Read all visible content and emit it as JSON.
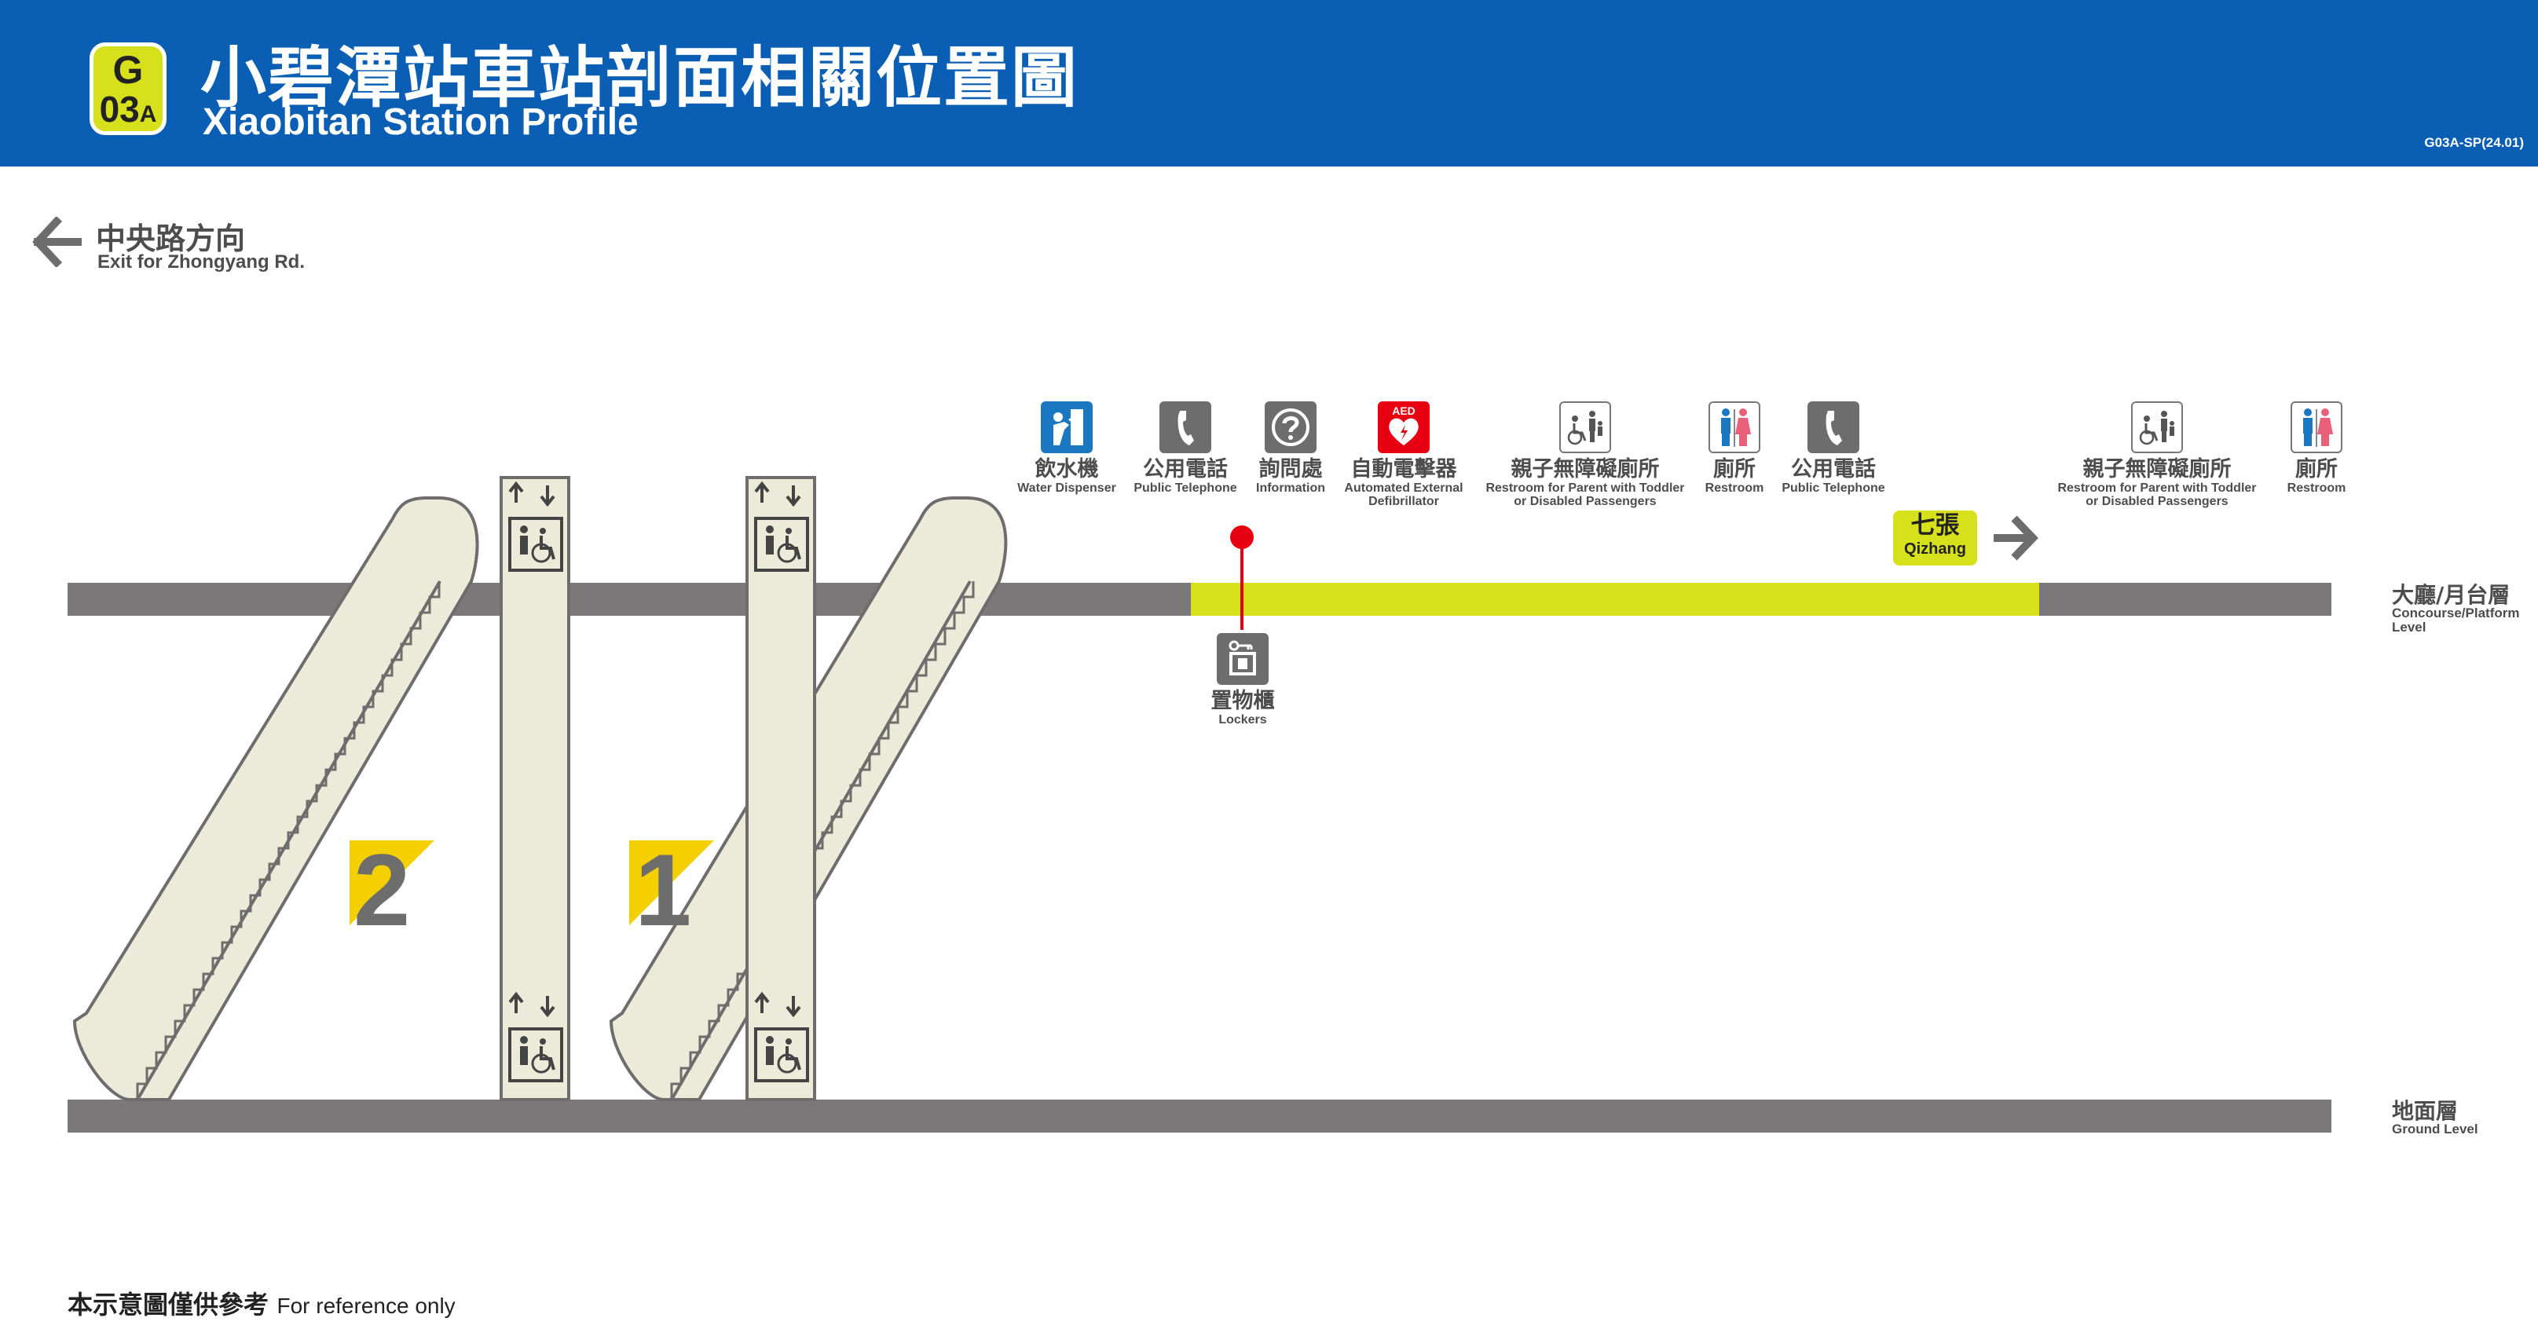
{
  "header": {
    "line_code_top": "G",
    "line_code_num": "03",
    "line_code_suffix": "A",
    "title_zh": "小碧潭站車站剖面相關位置圖",
    "title_en": "Xiaobitan Station Profile",
    "doc_code": "G03A-SP(24.01)"
  },
  "exit": {
    "zh": "中央路方向",
    "en": "Exit for Zhongyang Rd."
  },
  "levels": {
    "upper": {
      "zh": "大廳/月台層",
      "en": "Concourse/Platform Level"
    },
    "ground": {
      "zh": "地面層",
      "en": "Ground Level"
    }
  },
  "facilities": [
    {
      "zh": "飲水機",
      "en": "Water Dispenser",
      "icon": "water-dispenser-icon"
    },
    {
      "zh": "公用電話",
      "en": "Public Telephone",
      "icon": "telephone-icon"
    },
    {
      "zh": "詢問處",
      "en": "Information",
      "icon": "question-icon"
    },
    {
      "zh": "自動電擊器",
      "en": "Automated External Defibrillator",
      "icon": "aed-icon",
      "icon_text": "AED"
    },
    {
      "zh": "親子無障礙廁所",
      "en": "Restroom for Parent with Toddler or Disabled Passengers",
      "icon": "accessible-restroom-icon"
    },
    {
      "zh": "廁所",
      "en": "Restroom",
      "icon": "restroom-icon"
    },
    {
      "zh": "公用電話",
      "en": "Public Telephone",
      "icon": "telephone-icon"
    },
    {
      "zh": "親子無障礙廁所",
      "en": "Restroom for Parent with Toddler or Disabled Passengers",
      "icon": "accessible-restroom-icon"
    },
    {
      "zh": "廁所",
      "en": "Restroom",
      "icon": "restroom-icon"
    }
  ],
  "lockers": {
    "zh": "置物櫃",
    "en": "Lockers",
    "icon": "locker-icon"
  },
  "direction": {
    "zh": "七張",
    "en": "Qizhang"
  },
  "exits": [
    {
      "number": "2"
    },
    {
      "number": "1"
    }
  ],
  "footer": {
    "zh": "本示意圖僅供參考",
    "en": "For reference only"
  },
  "colors": {
    "header_blue": "#0a5fb4",
    "line_green": "#d6e11c",
    "floor_gray": "#7a7878",
    "structure_cream": "#ecebd9",
    "exit_yellow": "#f5d000",
    "marker_red": "#e60012"
  }
}
